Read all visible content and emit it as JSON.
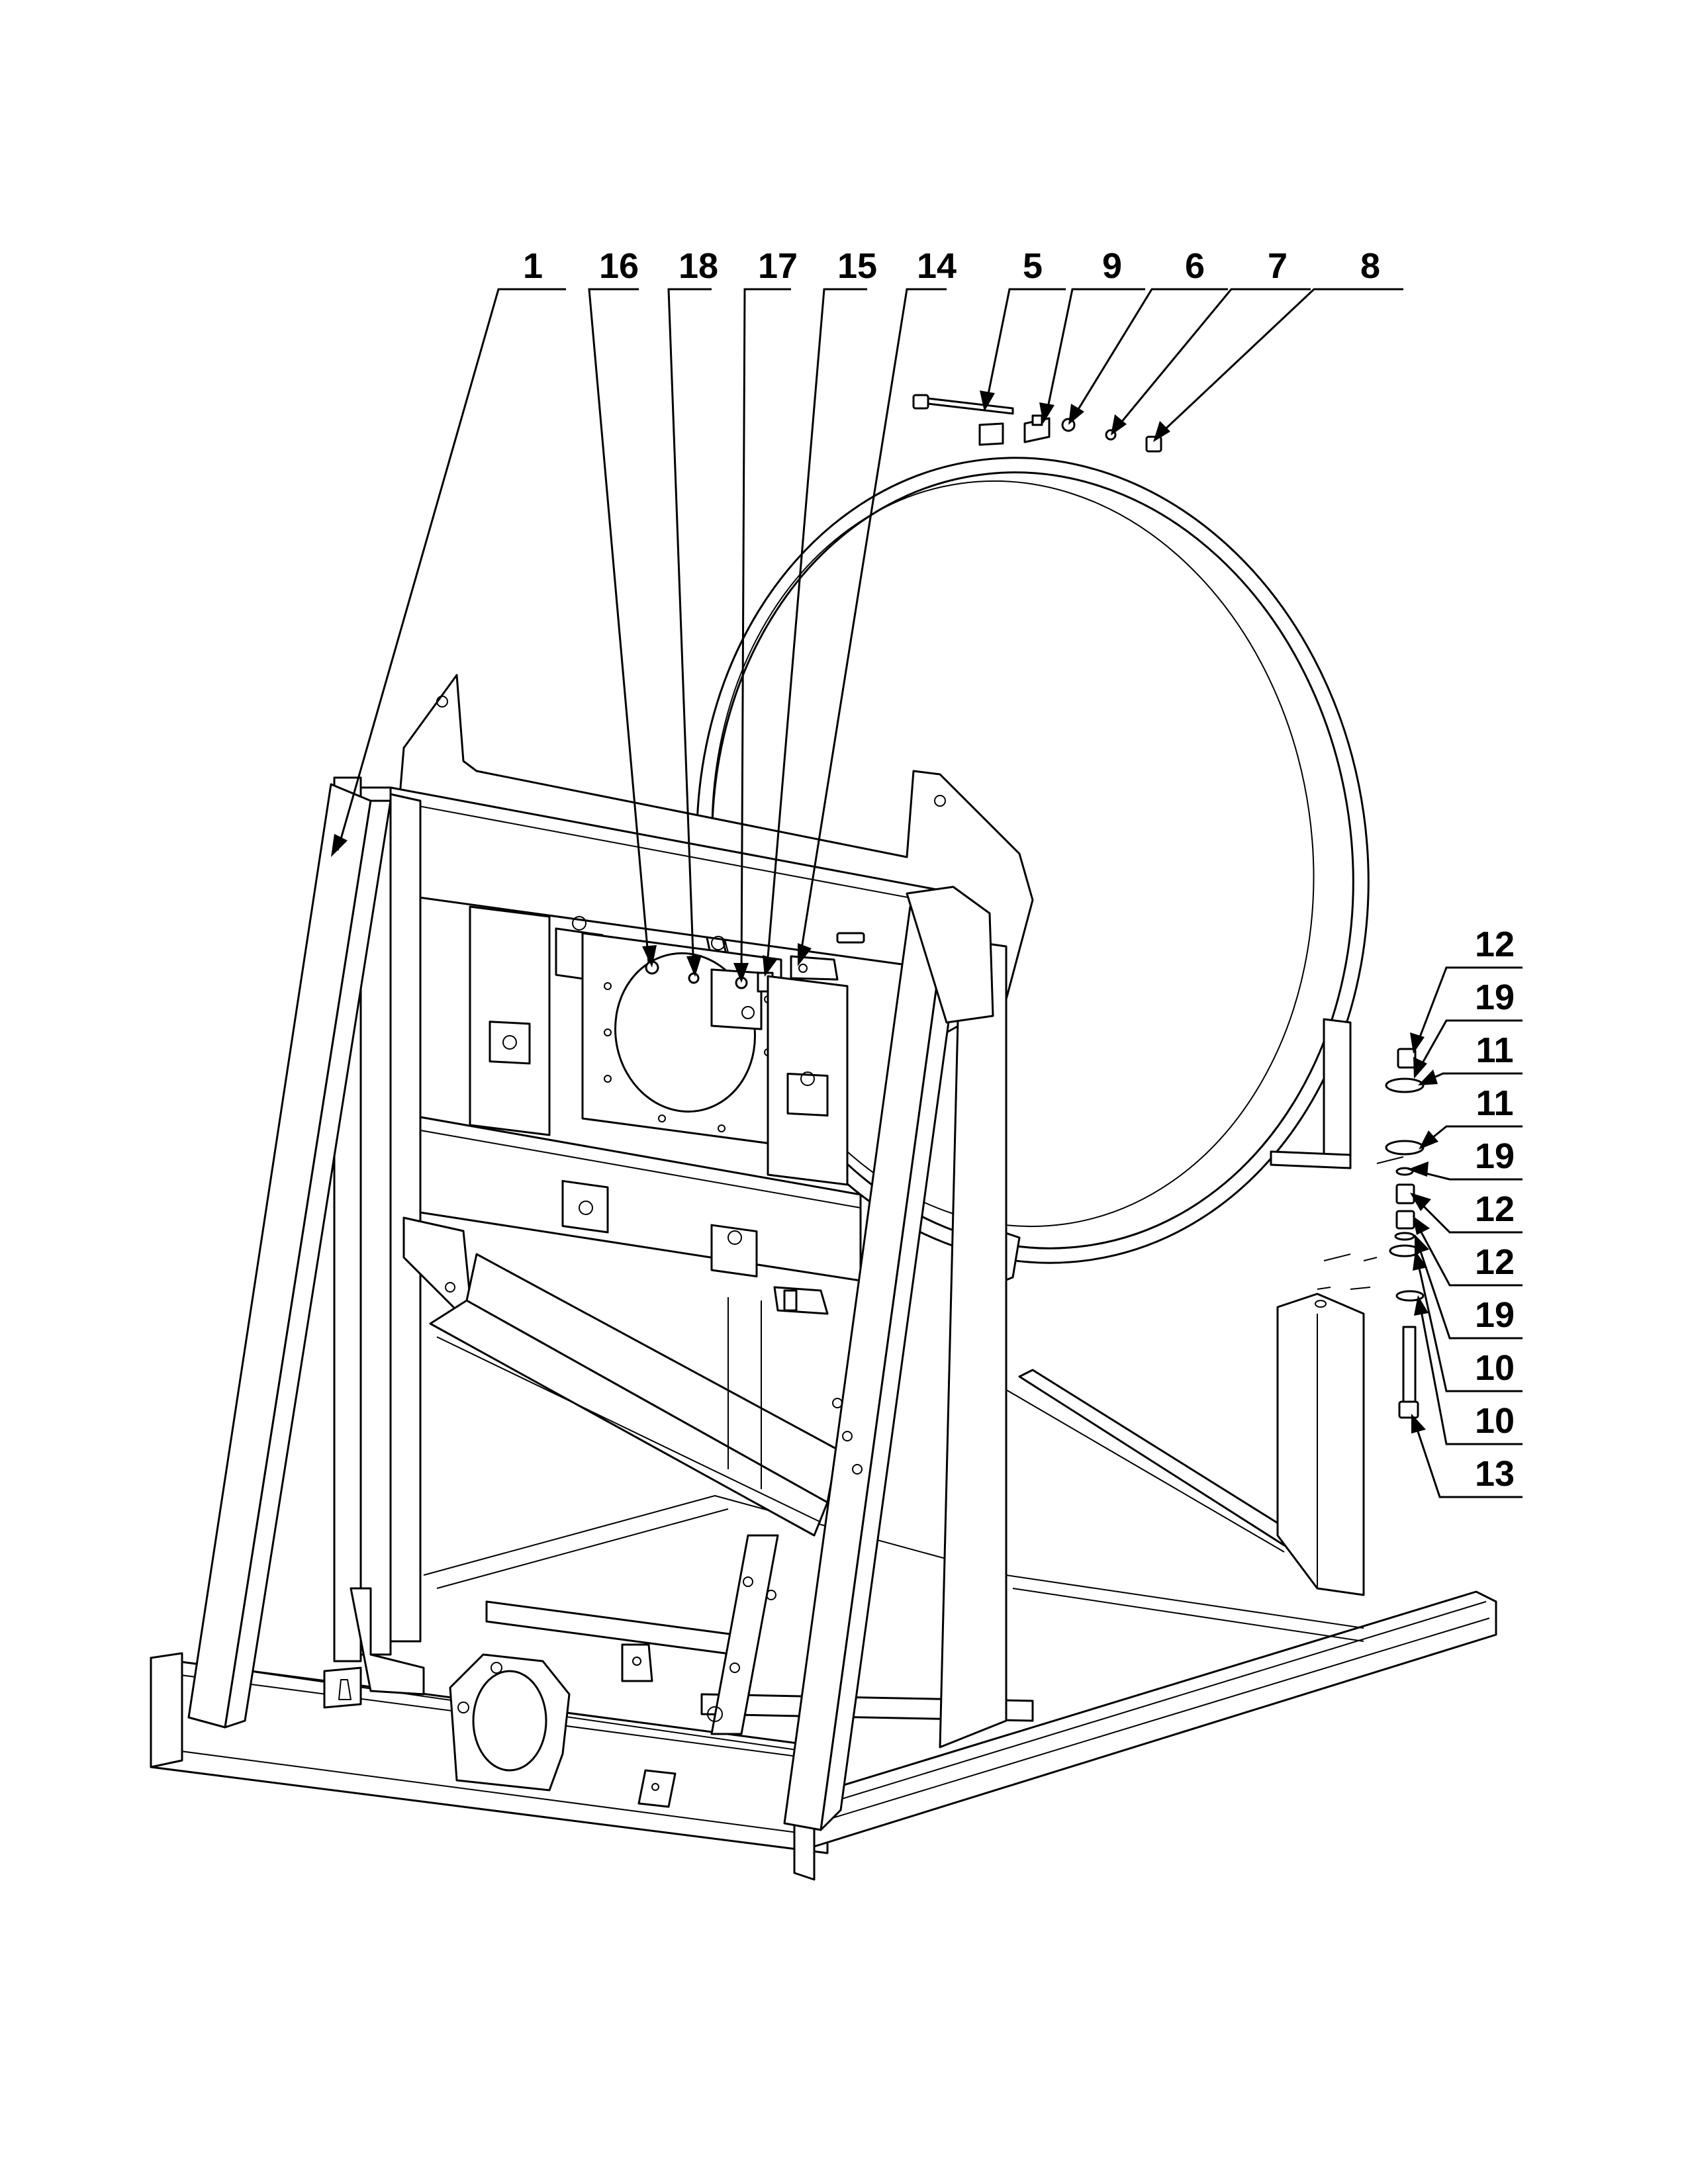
{
  "callouts": {
    "top": [
      "1",
      "16",
      "18",
      "17",
      "15",
      "14",
      "5",
      "9",
      "6",
      "7",
      "8"
    ],
    "right": [
      "12",
      "19",
      "11",
      "11",
      "19",
      "12",
      "12",
      "19",
      "10",
      "10",
      "13"
    ]
  },
  "colors": {
    "line": "#000000",
    "paper": "#ffffff"
  }
}
